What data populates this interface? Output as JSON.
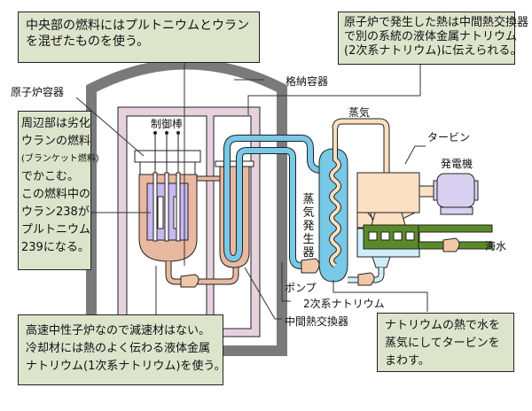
{
  "notes": {
    "top_left": [
      "中央部の燃料にはプルトニウムとウラン",
      "を混ぜたものを使う。"
    ],
    "top_right": [
      "原子炉で発生した熱は中間熱交換器",
      "で別の系統の液体金属ナトリウム",
      "(2次系ナトリウム)に伝えられる。"
    ],
    "left": [
      "周辺部は劣化",
      "ウランの燃料",
      "(ブランケット燃料)",
      "でかこむ。",
      "この燃料中の",
      "ウラン238が",
      "プルトニウム",
      "239になる。"
    ],
    "bottom_left": [
      "高速中性子炉なので減速材はない。",
      "冷却材には熱のよく伝わる液体金属",
      "ナトリウム(1次系ナトリウム)を使う。"
    ],
    "bottom_right": [
      "ナトリウムの熱で水を",
      "蒸気にしてタービンを",
      "まわす。"
    ]
  },
  "labels": {
    "reactor_vessel": "原子炉容器",
    "containment": "格納容器",
    "control_rods": "制御棒",
    "steam": "蒸気",
    "turbine": "タービン",
    "generator": "発電機",
    "steam_generator": "蒸気発生器",
    "seawater": "海水",
    "pump": "ポンプ",
    "secondary_sodium": "2次系ナトリウム",
    "intermediate_hx": "中間熱交換器"
  },
  "colors": {
    "note_bg": "#dde4cc",
    "containment": "#808080",
    "reactor_room": "#e8d4e0",
    "primary_sodium": "#e8b8a0",
    "fuel": "#c8b8f0",
    "secondary_sodium": "#78c8e8",
    "steam": "#f8e0c0",
    "turbine": "#fce0c4",
    "generator": "#d8d0f0",
    "seawater": "#5a8a28",
    "water": "#d0eef8"
  }
}
